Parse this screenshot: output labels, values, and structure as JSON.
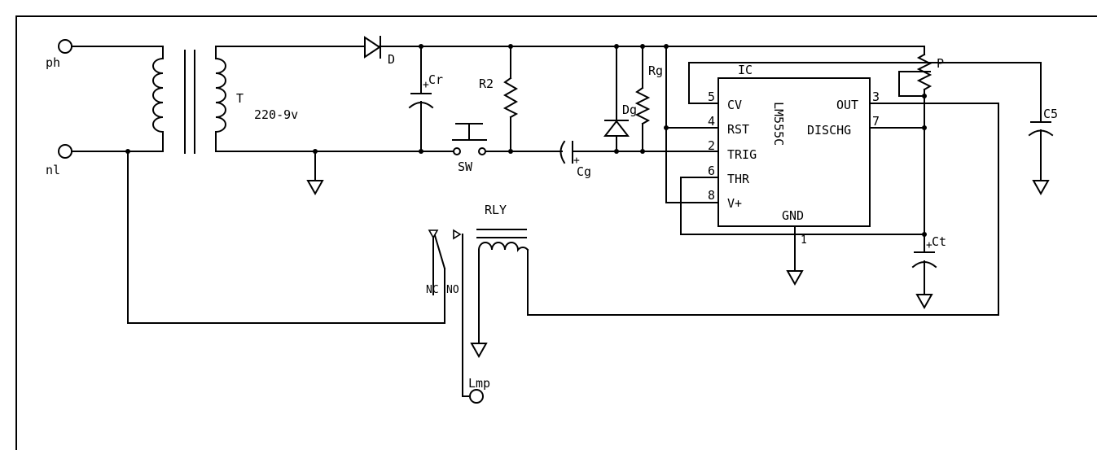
{
  "labels": {
    "ph": "ph",
    "nl": "nl",
    "T": "T",
    "transformer_rating": "220-9v",
    "D": "D",
    "Cr": "Cr",
    "R2": "R2",
    "Rg": "Rg",
    "Dg": "Dg",
    "SW": "SW",
    "Cg": "Cg",
    "IC": "IC",
    "P": "P",
    "C5": "C5",
    "Ct": "Ct",
    "RLY": "RLY",
    "NC": "NC",
    "NO": "NO",
    "Lmp": "Lmp",
    "chip": "LM555C"
  },
  "ic_pins": {
    "cv": {
      "num": "5",
      "name": "CV"
    },
    "rst": {
      "num": "4",
      "name": "RST"
    },
    "trig": {
      "num": "2",
      "name": "TRIG"
    },
    "thr": {
      "num": "6",
      "name": "THR"
    },
    "vplus": {
      "num": "8",
      "name": "V+"
    },
    "out": {
      "num": "3",
      "name": "OUT"
    },
    "dischg": {
      "num": "7",
      "name": "DISCHG"
    },
    "gnd": {
      "num": "1",
      "name": "GND"
    }
  },
  "plus_sign": "+"
}
